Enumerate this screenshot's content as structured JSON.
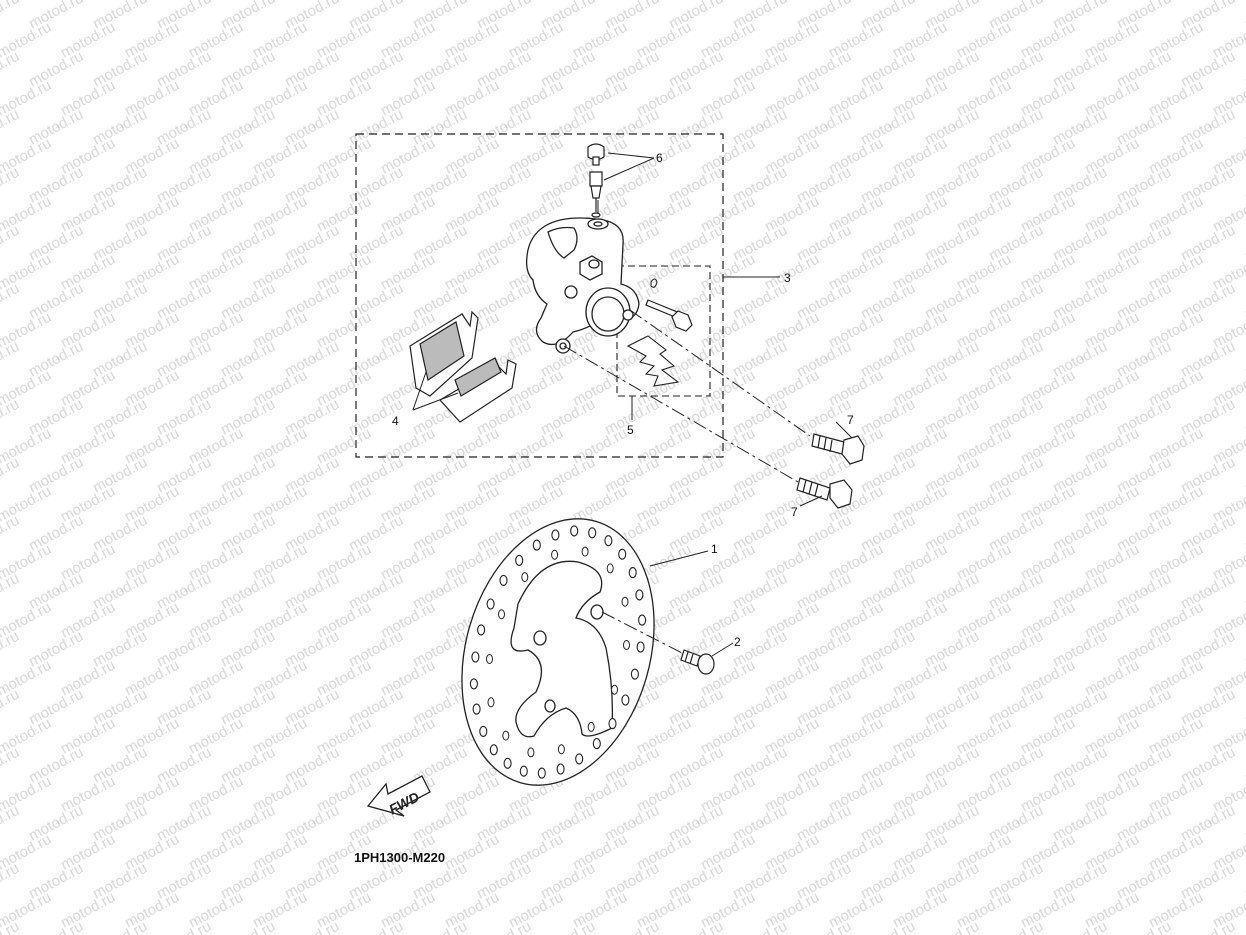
{
  "watermark": "motod.ru",
  "diagram_code": "1PH1300-M220",
  "fwd_label": "FWD",
  "callouts": {
    "c1": "1",
    "c2": "2",
    "c3": "3",
    "c4": "4",
    "c5": "5",
    "c6": "6",
    "c7a": "7",
    "c7b": "7"
  },
  "colors": {
    "line": "#222222",
    "pad": "#bbbbbb",
    "watermark": "#d8d8d8"
  }
}
